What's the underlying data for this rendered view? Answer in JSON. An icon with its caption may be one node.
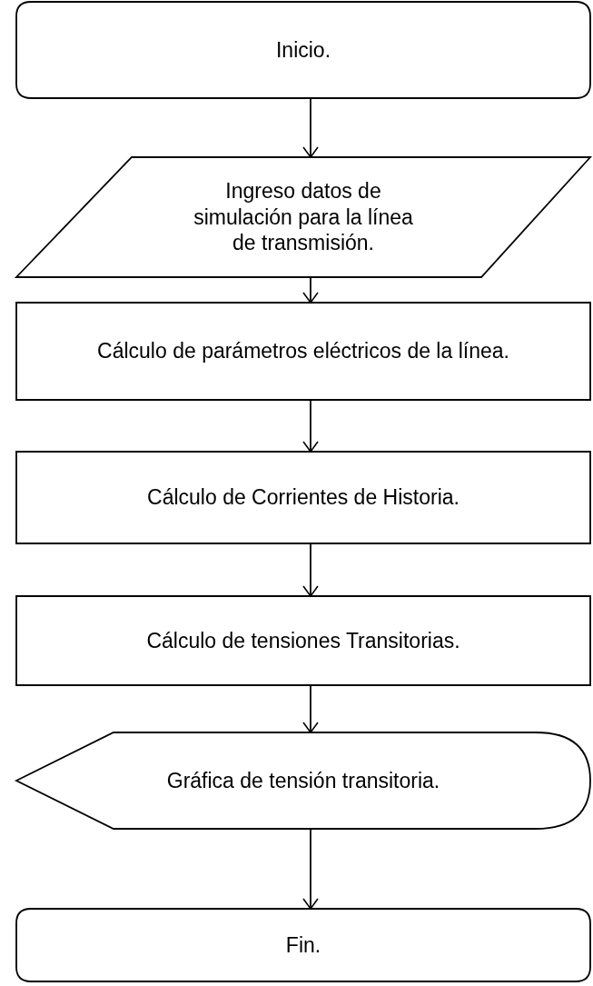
{
  "diagram": {
    "nodes": [
      {
        "text": [
          "Inicio."
        ]
      },
      {
        "text": [
          "Ingreso datos de simulación para la línea de transmisión."
        ]
      },
      {
        "text": [
          "Cálculo de parámetros eléctricos de la línea."
        ]
      },
      {
        "text": [
          "Cálculo de Corrientes de Historia."
        ]
      },
      {
        "text": [
          "Cálculo de tensiones Transitorias."
        ]
      },
      {
        "text": [
          "Gráfica de tensión transitoria."
        ]
      },
      {
        "text": [
          "Fin."
        ]
      }
    ],
    "edges": [
      {
        "from": 0,
        "to": 1,
        "arrow": "to"
      },
      {
        "from": 1,
        "to": 2,
        "arrow": "to"
      },
      {
        "from": 2,
        "to": 3,
        "arrow": "to"
      },
      {
        "from": 3,
        "to": 4,
        "arrow": "to"
      },
      {
        "from": 4,
        "to": 5,
        "arrow": "to"
      },
      {
        "from": 5,
        "to": 6,
        "arrow": "to"
      }
    ]
  }
}
